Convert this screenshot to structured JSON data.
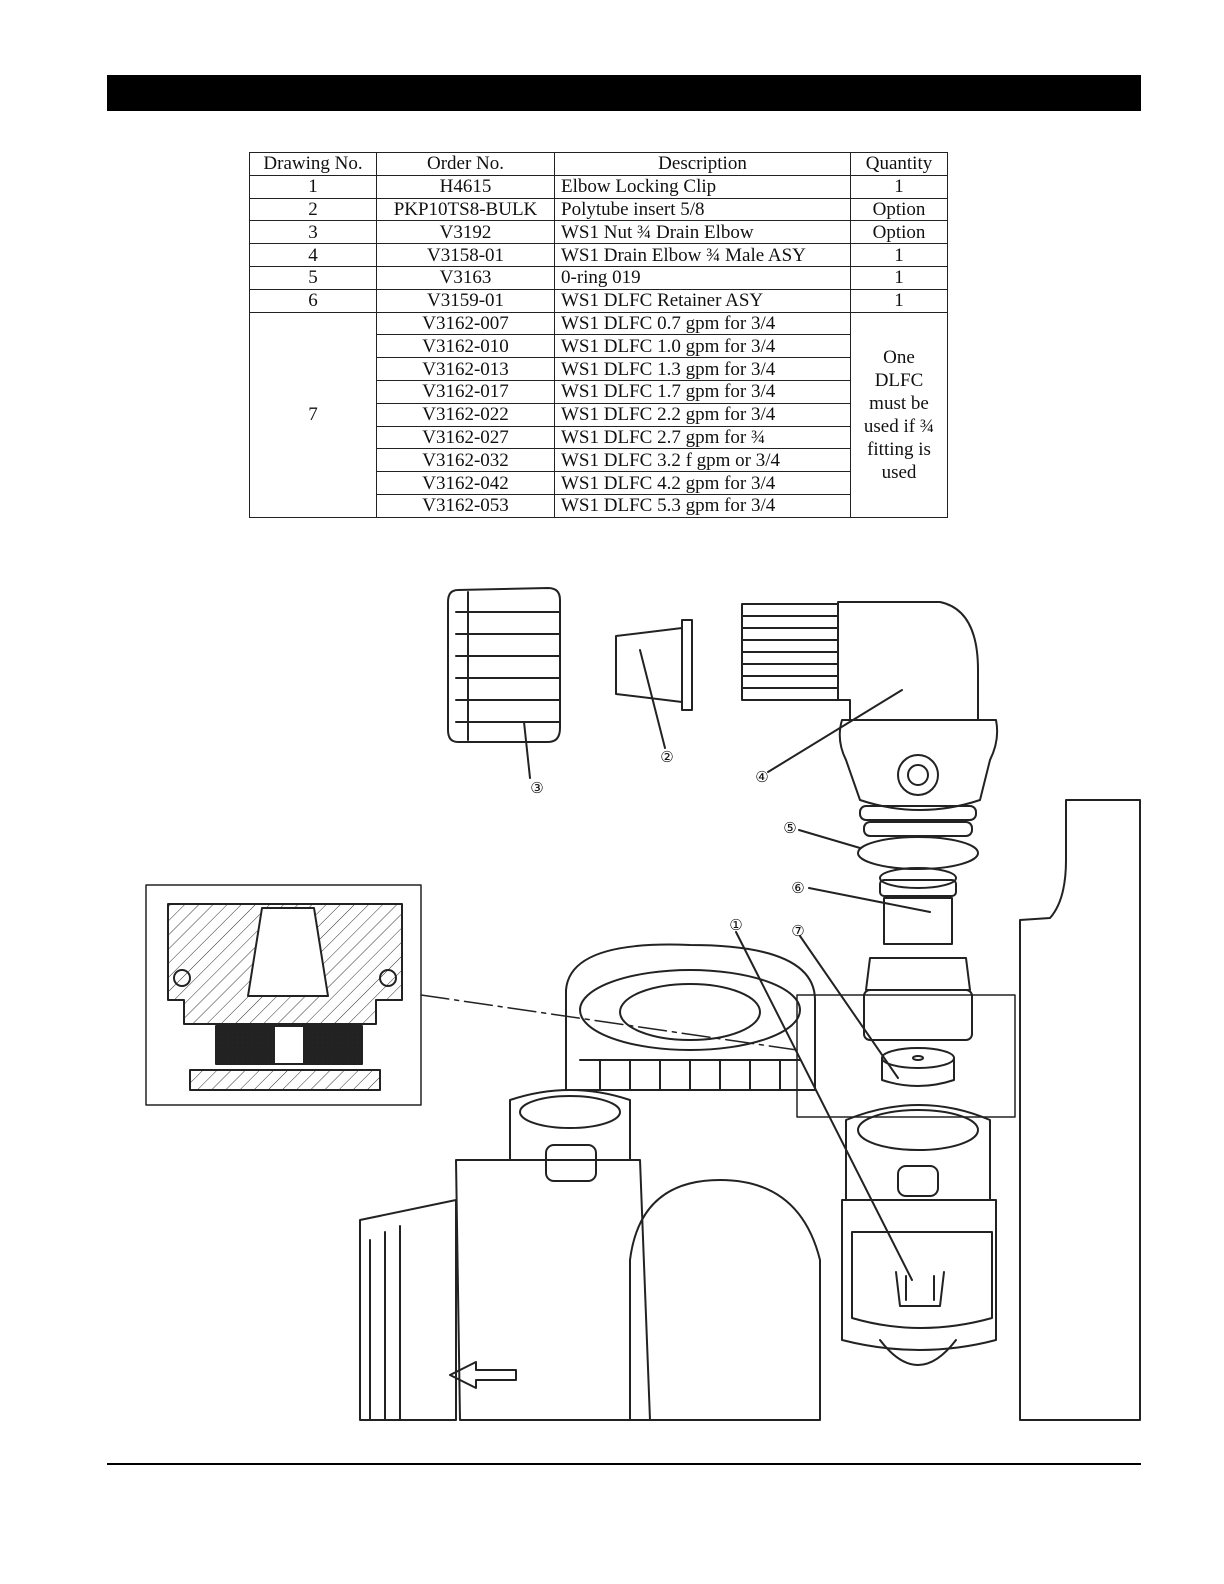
{
  "table": {
    "headers": [
      "Drawing No.",
      "Order No.",
      "Description",
      "Quantity"
    ],
    "rows": [
      {
        "drawing": "1",
        "order": "H4615",
        "desc": "Elbow Locking Clip",
        "qty": "1"
      },
      {
        "drawing": "2",
        "order": "PKP10TS8-BULK",
        "desc": "Polytube insert 5/8",
        "qty": "Option"
      },
      {
        "drawing": "3",
        "order": "V3192",
        "desc": "WS1 Nut ¾ Drain Elbow",
        "qty": "Option"
      },
      {
        "drawing": "4",
        "order": "V3158-01",
        "desc": "WS1 Drain Elbow ¾ Male ASY",
        "qty": "1"
      },
      {
        "drawing": "5",
        "order": "V3163",
        "desc": "0-ring 019",
        "qty": "1"
      },
      {
        "drawing": "6",
        "order": "V3159-01",
        "desc": "WS1 DLFC Retainer ASY",
        "qty": "1"
      }
    ],
    "group": {
      "drawing": "7",
      "qty_note": "One DLFC must be used if ¾ fitting is used",
      "rows": [
        {
          "order": "V3162-007",
          "desc": "WS1 DLFC 0.7 gpm for 3/4"
        },
        {
          "order": "V3162-010",
          "desc": "WS1 DLFC 1.0 gpm for 3/4"
        },
        {
          "order": "V3162-013",
          "desc": "WS1 DLFC 1.3 gpm for 3/4"
        },
        {
          "order": "V3162-017",
          "desc": "WS1 DLFC 1.7 gpm for 3/4"
        },
        {
          "order": "V3162-022",
          "desc": "WS1 DLFC 2.2 gpm for 3/4"
        },
        {
          "order": "V3162-027",
          "desc": "WS1 DLFC 2.7 gpm for ¾"
        },
        {
          "order": "V3162-032",
          "desc": "WS1 DLFC 3.2 f gpm or 3/4"
        },
        {
          "order": "V3162-042",
          "desc": "WS1 DLFC 4.2 gpm for 3/4"
        },
        {
          "order": "V3162-053",
          "desc": "WS1 DLFC 5.3 gpm for 3/4"
        }
      ]
    }
  },
  "callouts": [
    "①",
    "②",
    "③",
    "④",
    "⑤",
    "⑥",
    "⑦"
  ]
}
